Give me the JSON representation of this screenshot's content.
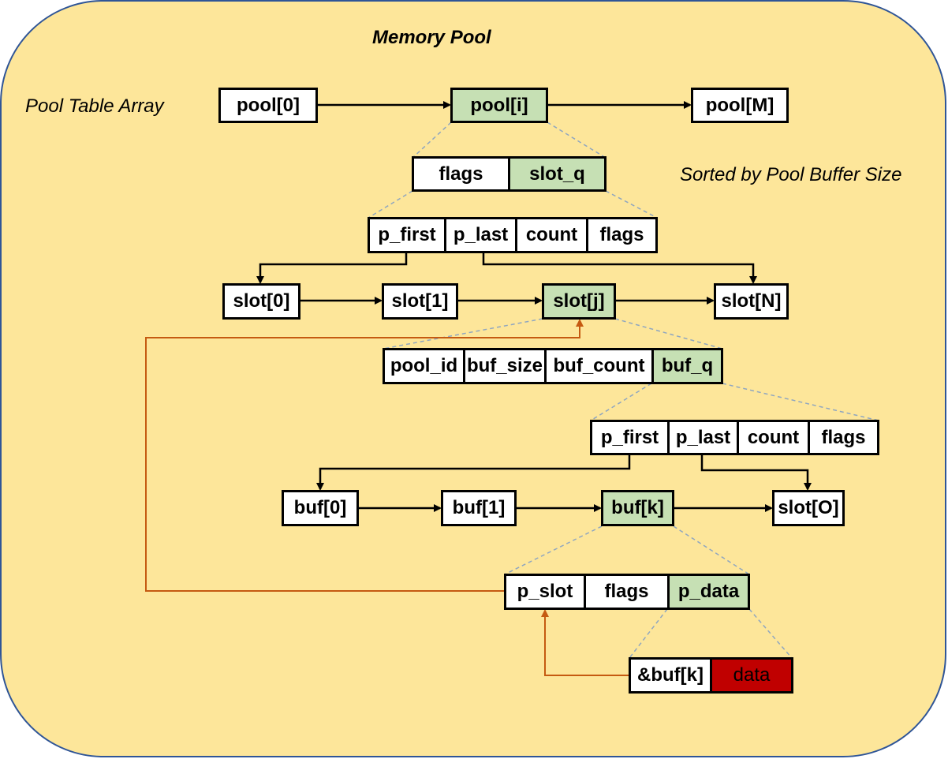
{
  "title": "Memory Pool",
  "labels": {
    "pool_table_array": "Pool Table Array",
    "sorted_by": "Sorted by Pool Buffer Size"
  },
  "pool_row": [
    "pool[0]",
    "pool[i]",
    "pool[M]"
  ],
  "pool_struct": [
    "flags",
    "slot_q"
  ],
  "slot_queue": [
    "p_first",
    "p_last",
    "count",
    "flags"
  ],
  "slot_row": [
    "slot[0]",
    "slot[1]",
    "slot[j]",
    "slot[N]"
  ],
  "slot_struct": [
    "pool_id",
    "buf_size",
    "buf_count",
    "buf_q"
  ],
  "buf_queue": [
    "p_first",
    "p_last",
    "count",
    "flags"
  ],
  "buf_row": [
    "buf[0]",
    "buf[1]",
    "buf[k]",
    "slot[O]"
  ],
  "buf_struct": [
    "p_slot",
    "flags",
    "p_data"
  ],
  "data_block": [
    "&buf[k]",
    "data"
  ],
  "colors": {
    "background": "#fde69a",
    "highlight": "#c6e0b4",
    "data_block": "#c00000",
    "back_pointer": "#c55a11",
    "dashed": "#8fa6c0"
  }
}
